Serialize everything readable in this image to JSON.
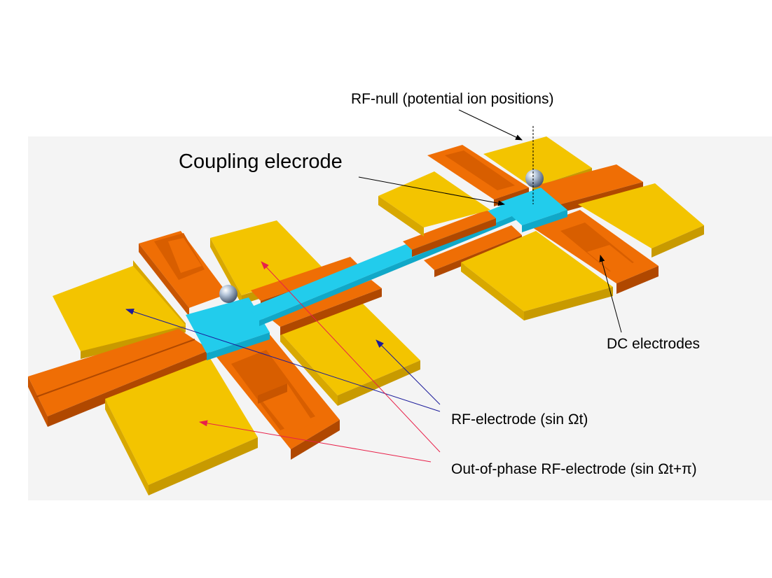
{
  "labels": {
    "rf_null": "RF-null (potential ion positions)",
    "coupling": "Coupling elecrode",
    "dc": "DC electrodes",
    "rf_electrode": "RF-electrode (sin Ωt)",
    "out_of_phase": "Out-of-phase RF-electrode (sin Ωt+π)"
  },
  "colors": {
    "rf_electrode": "#f3c400",
    "dc_electrode": "#ef6e05",
    "coupling_electrode": "#22ccec",
    "ion": "#8aa0b8",
    "arrow_rf": "#2c2ccf",
    "arrow_out_of_phase": "#e83060",
    "arrow_black": "#000000",
    "floor": "#f3f3f3"
  }
}
